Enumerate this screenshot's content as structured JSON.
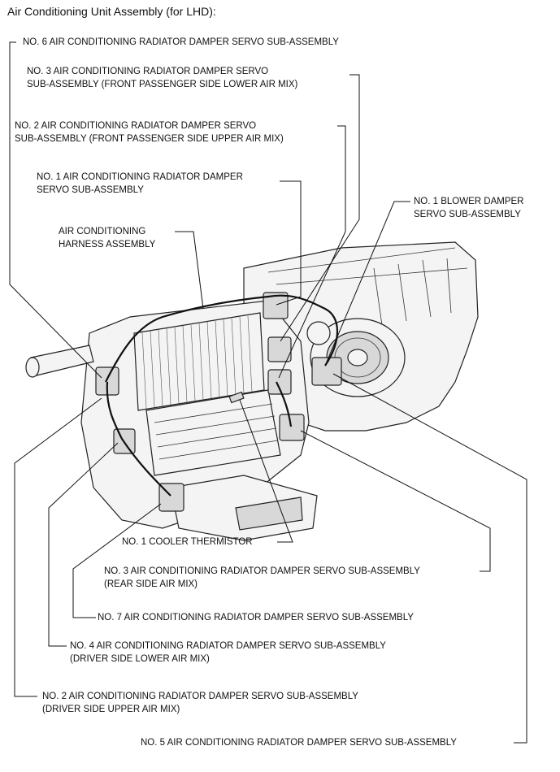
{
  "title": "Air Conditioning Unit Assembly (for LHD):",
  "labels": {
    "servo6": [
      "NO. 6 AIR CONDITIONING RADIATOR DAMPER SERVO SUB-ASSEMBLY"
    ],
    "servo3_front": [
      "NO. 3 AIR CONDITIONING RADIATOR DAMPER SERVO",
      "SUB-ASSEMBLY (FRONT PASSENGER SIDE LOWER AIR MIX)"
    ],
    "servo2_front": [
      "NO. 2 AIR CONDITIONING RADIATOR DAMPER SERVO",
      "SUB-ASSEMBLY (FRONT PASSENGER SIDE UPPER AIR MIX)"
    ],
    "servo1": [
      "NO. 1 AIR CONDITIONING RADIATOR DAMPER",
      "SERVO SUB-ASSEMBLY"
    ],
    "blower_servo": [
      "NO. 1 BLOWER DAMPER",
      "SERVO SUB-ASSEMBLY"
    ],
    "harness": [
      "AIR CONDITIONING",
      "HARNESS ASSEMBLY"
    ],
    "thermistor": [
      "NO. 1 COOLER THERMISTOR"
    ],
    "servo3_rear": [
      "NO. 3 AIR CONDITIONING RADIATOR DAMPER SERVO SUB-ASSEMBLY",
      "(REAR SIDE AIR MIX)"
    ],
    "servo7": [
      "NO. 7 AIR CONDITIONING RADIATOR DAMPER SERVO SUB-ASSEMBLY"
    ],
    "servo4": [
      "NO. 4 AIR CONDITIONING RADIATOR DAMPER SERVO SUB-ASSEMBLY",
      "(DRIVER SIDE LOWER AIR MIX)"
    ],
    "servo2_driver": [
      "NO. 2 AIR CONDITIONING RADIATOR DAMPER SERVO SUB-ASSEMBLY",
      "(DRIVER SIDE UPPER AIR MIX)"
    ],
    "servo5": [
      "NO. 5 AIR CONDITIONING RADIATOR DAMPER SERVO SUB-ASSEMBLY"
    ]
  }
}
